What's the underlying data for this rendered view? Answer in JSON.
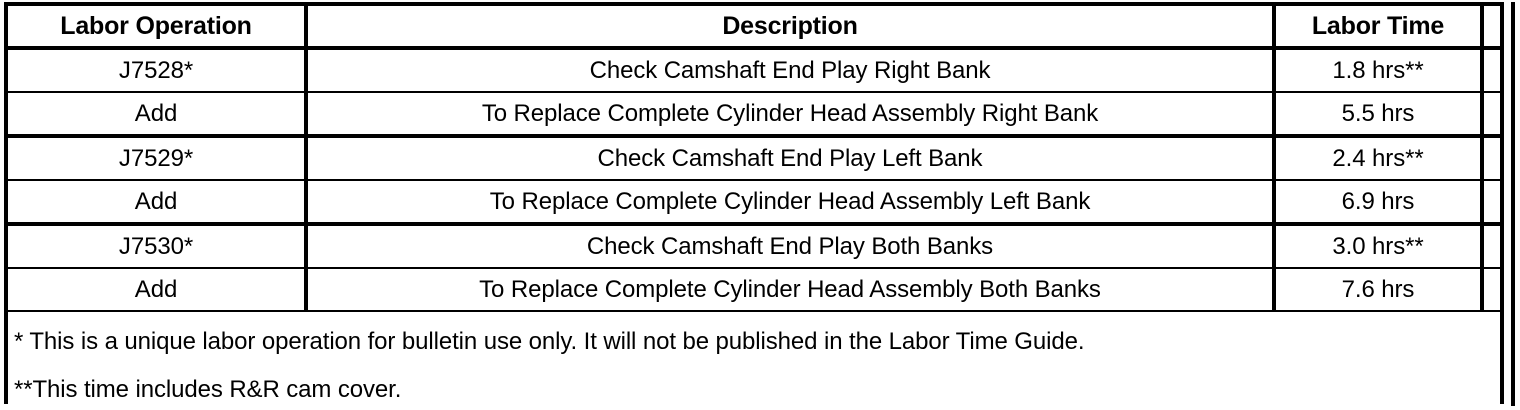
{
  "table": {
    "columns": [
      {
        "key": "labor_operation",
        "header": "Labor Operation"
      },
      {
        "key": "description",
        "header": "Description"
      },
      {
        "key": "labor_time",
        "header": "Labor Time"
      },
      {
        "key": "spacer",
        "header": ""
      }
    ],
    "rows": [
      {
        "labor_operation": "J7528*",
        "description": "Check Camshaft End Play Right Bank",
        "labor_time": "1.8 hrs**"
      },
      {
        "labor_operation": "Add",
        "description": "To Replace Complete Cylinder Head Assembly Right Bank",
        "labor_time": "5.5 hrs"
      },
      {
        "labor_operation": "J7529*",
        "description": "Check Camshaft End Play Left Bank",
        "labor_time": "2.4 hrs**"
      },
      {
        "labor_operation": "Add",
        "description": "To Replace Complete Cylinder Head Assembly Left Bank",
        "labor_time": "6.9 hrs"
      },
      {
        "labor_operation": "J7530*",
        "description": "Check Camshaft End Play Both Banks",
        "labor_time": "3.0 hrs**"
      },
      {
        "labor_operation": "Add",
        "description": "To Replace Complete Cylinder Head Assembly Both Banks",
        "labor_time": "7.6 hrs"
      }
    ],
    "footnotes": [
      "* This is a unique labor operation for bulletin use only. It will not be published in the Labor Time Guide.",
      "**This time includes R&R cam cover."
    ]
  },
  "colors": {
    "rule": "#000000",
    "text": "#000000",
    "background": "#ffffff"
  }
}
